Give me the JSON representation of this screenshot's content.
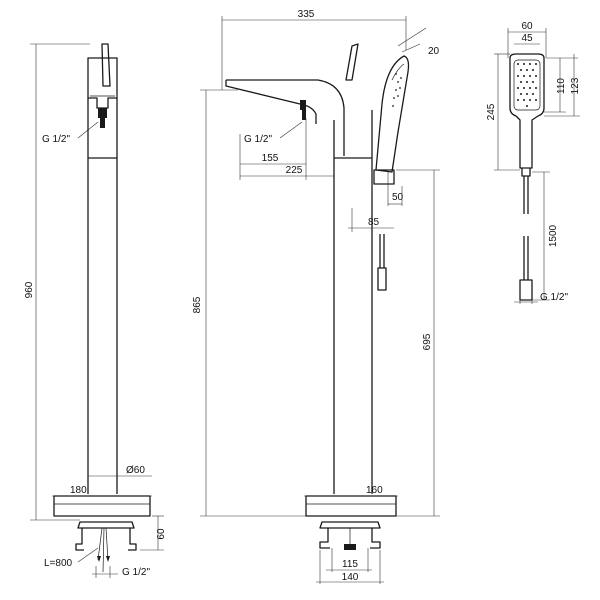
{
  "dims": {
    "left_view": {
      "total_height": "960",
      "inlet_thread": "G 1/2\"",
      "pipe_diameter": "Ø60",
      "base_width": "180",
      "base_height": "60",
      "hose_length": "L=800",
      "supply_thread": "G 1/2\""
    },
    "middle_view": {
      "spout_reach": "335",
      "handshower_angle": "20",
      "outlet_thread": "G 1/2\"",
      "spout_offset": "155",
      "spout_to_body": "225",
      "holder_offset": "50",
      "holder_width": "85",
      "outlet_height": "865",
      "holder_height": "695",
      "base_width": "160",
      "fixing_spacing": "115",
      "plate_width": "140"
    },
    "handshower_view": {
      "head_width": "60",
      "face_width": "45",
      "face_height": "110",
      "head_height": "123",
      "handle_length": "245",
      "hose_length": "1500",
      "thread": "G 1/2\""
    }
  }
}
